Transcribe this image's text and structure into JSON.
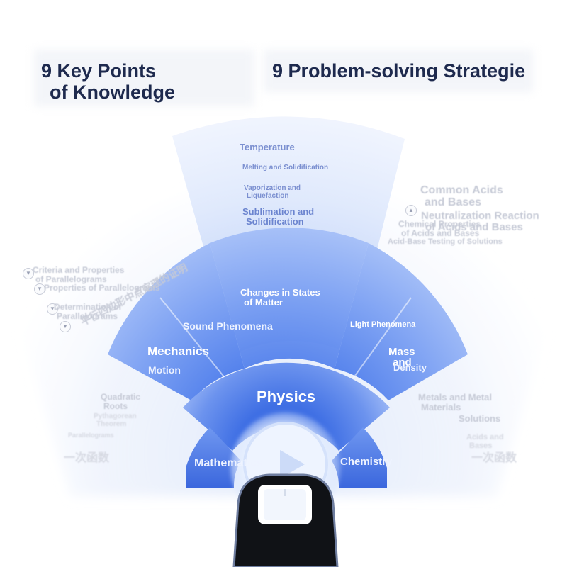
{
  "headlines": {
    "left_line1": "9 Key Points",
    "left_line2": "of Knowledge",
    "right": "9 Problem-solving Strategie"
  },
  "center": {
    "physics": "Physics",
    "mathematics": "Mathematics",
    "chemistry": "Chemistry"
  },
  "physics_topics": {
    "mechanics": "Mechanics",
    "motion": "Motion",
    "sound": "Sound Phenomena",
    "changes_line1": "Changes in States",
    "changes_line2": "of Matter",
    "light": "Light Phenomena",
    "mass_line1": "Mass",
    "mass_line2": "and",
    "density": "Density"
  },
  "outer_top": {
    "temperature": "Temperature",
    "melting": "Melting and Solidification",
    "vaporization_line1": "Vaporization and",
    "vaporization_line2": "Liquefaction",
    "sublimation_line1": "Sublimation and",
    "sublimation_line2": "Solidification"
  },
  "chemistry_outer": {
    "acids_line1": "Common Acids",
    "acids_line2": "and Bases",
    "neutralization": "Neutralization Reaction",
    "acids_bases": "of Acids and Bases",
    "chem_props_line1": "Chemical Properties",
    "chem_props_line2": "of Acids and Bases",
    "testing": "Acid-Base Testing of Solutions",
    "metals_line1": "Metals and Metal",
    "metals_line2": "Materials",
    "solutions": "Solutions",
    "acids_bases_small_line1": "Acids and",
    "acids_bases_small_line2": "Bases",
    "cn_right": "一次函数"
  },
  "math_outer": {
    "criteria_line1": "Criteria and Properties",
    "criteria_line2": "of Parallelograms",
    "properties": "Properties of Parallelograms",
    "determination_line1": "Determination of",
    "determination_line2": "Parallelograms",
    "cn_rotated": "平行四边形中点定理的证明",
    "quadratic_line1": "Quadratic",
    "quadratic_line2": "Roots",
    "pythagorean_line1": "Pythagorean",
    "pythagorean_line2": "Theorem",
    "parallelograms_small": "Parallelograms",
    "cn_left": "一次函数"
  },
  "colors": {
    "headline": "#1e2a4e",
    "sector_blue": "#5a86ee",
    "sector_light": "#c9dafb",
    "device_body": "#101216"
  }
}
